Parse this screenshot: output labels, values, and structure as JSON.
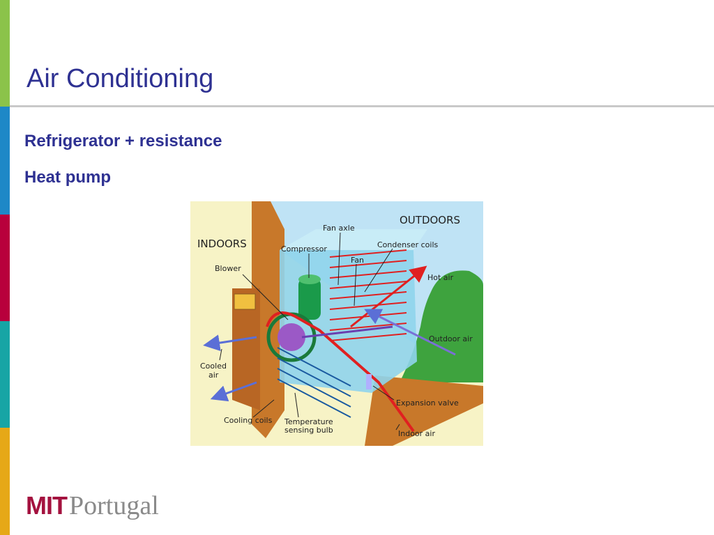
{
  "slide": {
    "title": "Air Conditioning",
    "bullets": [
      "Refrigerator + resistance",
      "Heat pump"
    ]
  },
  "diagram": {
    "labels": {
      "indoors": "INDOORS",
      "outdoors": "OUTDOORS",
      "fan_axle": "Fan axle",
      "compressor": "Compressor",
      "condenser_coils": "Condenser coils",
      "fan": "Fan",
      "blower": "Blower",
      "hot_air": "Hot air",
      "outdoor_air": "Outdoor air",
      "cooled_air": "Cooled\nair",
      "expansion_valve": "Expansion valve",
      "cooling_coils": "Cooling coils",
      "temperature_sensing_bulb": "Temperature\nsensing bulb",
      "indoor_air": "Indoor air"
    }
  },
  "logo": {
    "mit": "MIT",
    "portugal": "Portugal"
  },
  "colors": {
    "title": "#2e3192",
    "bullet": "#2e3192",
    "stripes": [
      "#8bc34a",
      "#1e88c7",
      "#b8003c",
      "#17a5a5",
      "#e6a817"
    ],
    "logo_mit": "#a4123f",
    "logo_portugal": "#8a8a8a"
  }
}
